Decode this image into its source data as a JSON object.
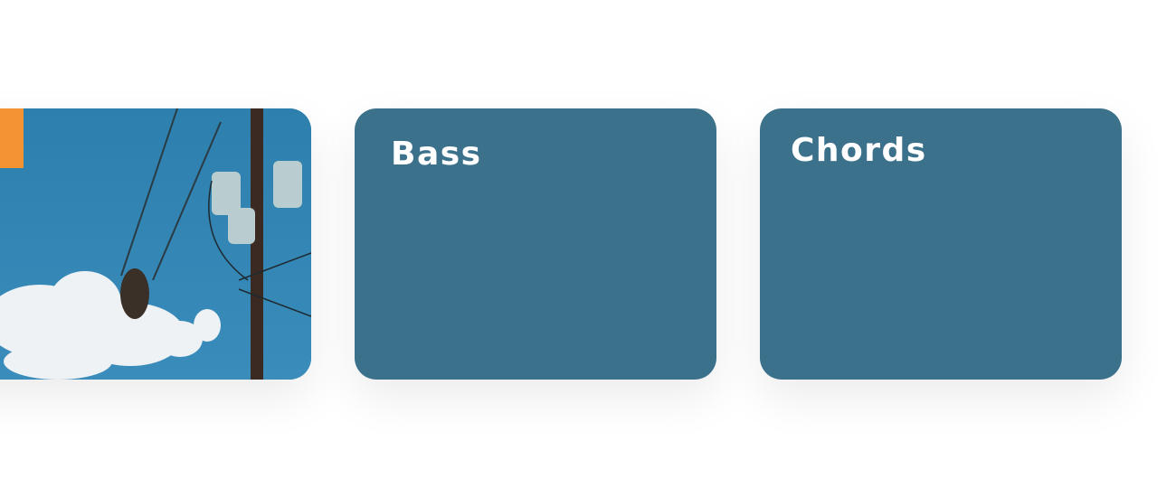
{
  "cards": [
    {
      "type": "image",
      "alt": "swing-in-sky"
    },
    {
      "title": "Bass"
    },
    {
      "title": "Chords"
    }
  ],
  "colors": {
    "card": "#3c718c",
    "accent": "#f39333",
    "sky": "#2f7fad"
  }
}
